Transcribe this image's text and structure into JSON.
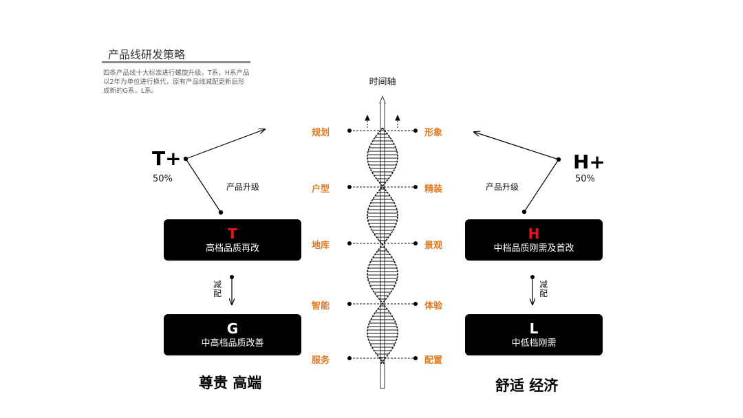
{
  "header": {
    "title": "产品线研发策略",
    "description": "四条产品线十大标准进行螺旋升级，T系，H系产品以2年为单位进行换代，原有产品线减配更新后形成新的G系，L系。"
  },
  "axis_label": "时间轴",
  "left": {
    "plus_label": "T+",
    "percent": "50%",
    "upgrade_label": "产品升级",
    "top_box": {
      "letter": "T",
      "subtitle": "高档品质再改"
    },
    "reduce_label": "减配",
    "bottom_box": {
      "letter": "G",
      "subtitle": "中高档品质改善"
    },
    "slogan": "尊贵 高端"
  },
  "right": {
    "plus_label": "H+",
    "percent": "50%",
    "upgrade_label": "产品升级",
    "top_box": {
      "letter": "H",
      "subtitle": "中档品质刚需及首改"
    },
    "reduce_label": "减配",
    "bottom_box": {
      "letter": "L",
      "subtitle": "中低档刚需"
    },
    "slogan": "舒适 经济"
  },
  "features_left": [
    "规划",
    "户型",
    "地库",
    "智能",
    "服务"
  ],
  "features_right": [
    "形象",
    "精装",
    "景观",
    "体验",
    "配置"
  ],
  "colors": {
    "accent_letter": "#e8141c",
    "feature_text": "#e07a24",
    "box_bg": "#000000"
  }
}
